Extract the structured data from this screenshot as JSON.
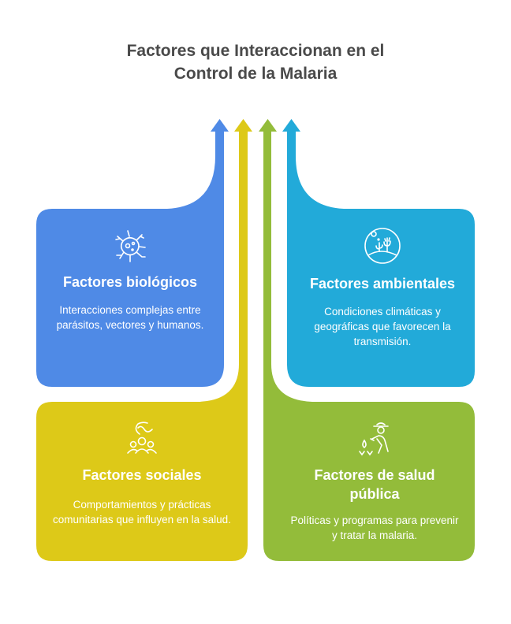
{
  "title": [
    "Factores que Interaccionan en el",
    "Control de la Malaria"
  ],
  "colors": {
    "biological": "#4F8AE6",
    "social": "#DDC918",
    "public_health": "#93BC3A",
    "environmental": "#22AAD9"
  },
  "cards": {
    "biological": {
      "icon": "microorganism-icon",
      "title": "Factores biológicos",
      "text": "Interacciones complejas entre parásitos, vectores y humanos."
    },
    "environmental": {
      "icon": "landscape-plants-icon",
      "title": "Factores ambientales",
      "text": "Condiciones climáticas y geográficas que favorecen la transmisión."
    },
    "social": {
      "icon": "community-people-icon",
      "title": "Factores sociales",
      "text": "Comportamientos y prácticas comunitarias que influyen en la salud."
    },
    "public_health": {
      "icon": "health-worker-icon",
      "title": "Factores de salud pública",
      "text": "Políticas y programas para prevenir y tratar la malaria."
    }
  }
}
